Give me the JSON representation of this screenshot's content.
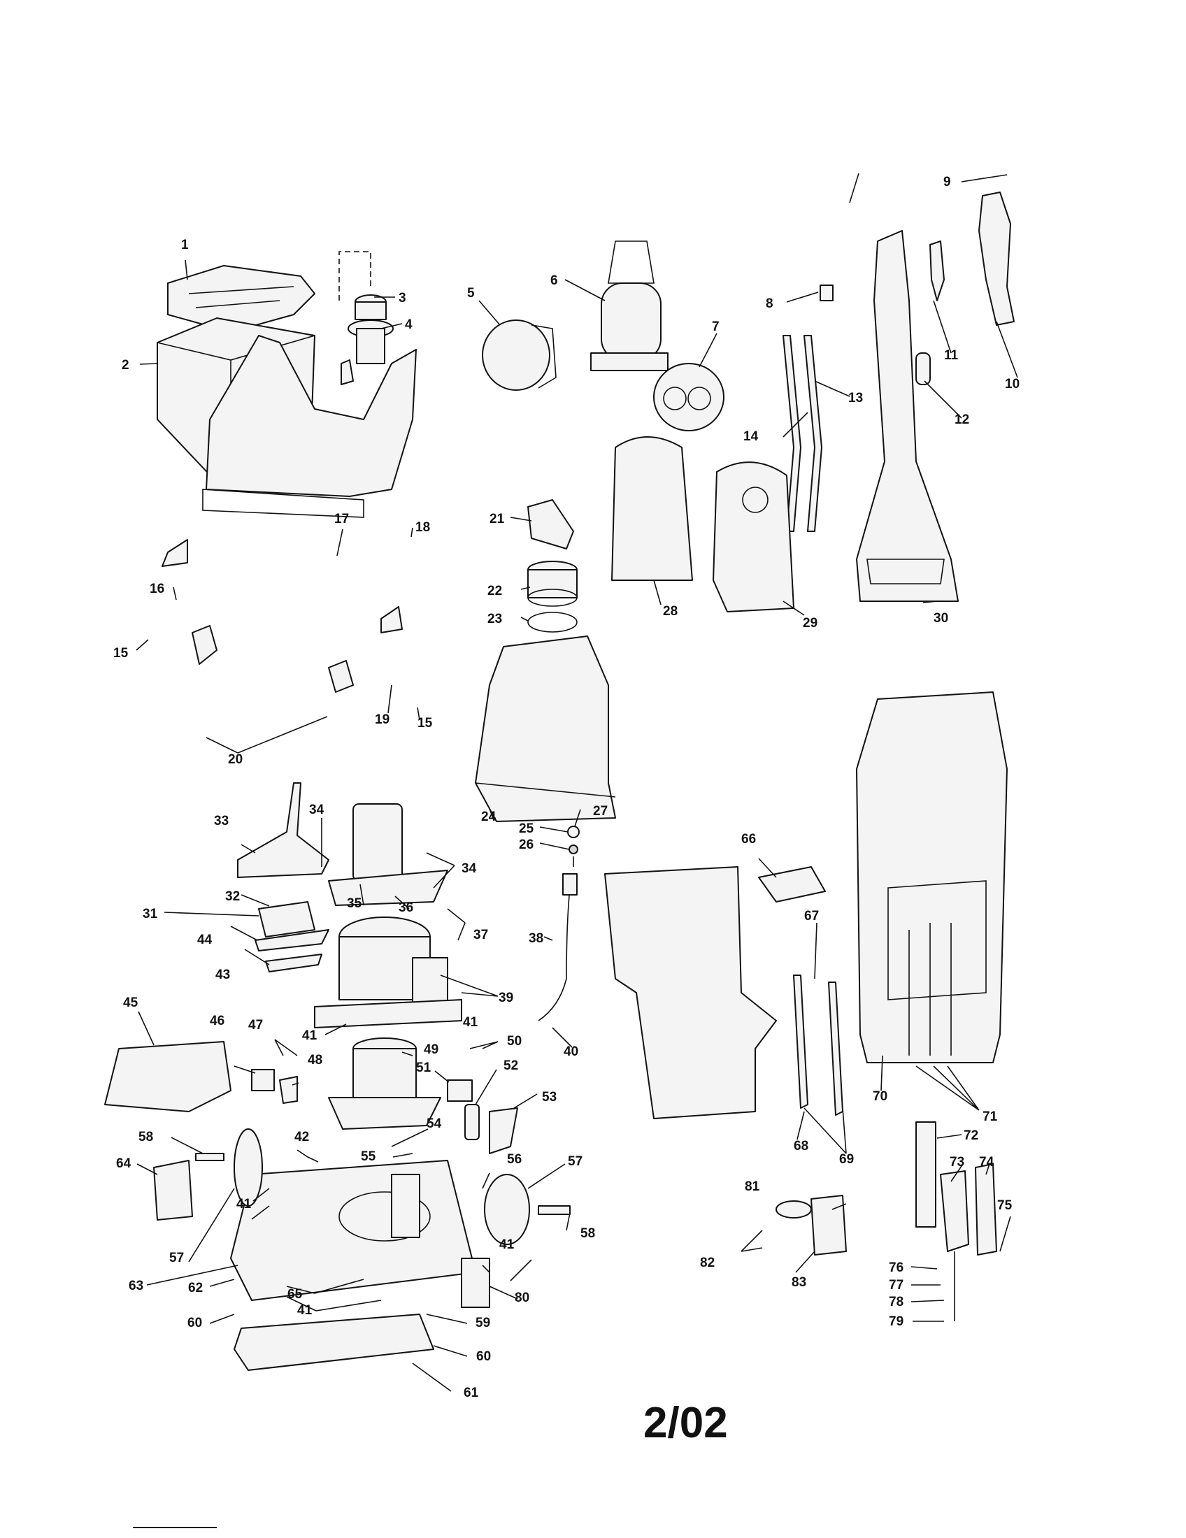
{
  "page_number": "2/02",
  "callouts": [
    {
      "id": "1",
      "text": "1"
    },
    {
      "id": "2",
      "text": "2"
    },
    {
      "id": "3",
      "text": "3"
    },
    {
      "id": "4",
      "text": "4"
    },
    {
      "id": "5",
      "text": "5"
    },
    {
      "id": "6",
      "text": "6"
    },
    {
      "id": "7",
      "text": "7"
    },
    {
      "id": "8",
      "text": "8"
    },
    {
      "id": "9",
      "text": "9"
    },
    {
      "id": "10",
      "text": "10"
    },
    {
      "id": "11",
      "text": "11"
    },
    {
      "id": "12",
      "text": "12"
    },
    {
      "id": "13",
      "text": "13"
    },
    {
      "id": "14",
      "text": "14"
    },
    {
      "id": "15a",
      "text": "15"
    },
    {
      "id": "15b",
      "text": "15"
    },
    {
      "id": "16",
      "text": "16"
    },
    {
      "id": "17",
      "text": "17"
    },
    {
      "id": "18",
      "text": "18"
    },
    {
      "id": "19",
      "text": "19"
    },
    {
      "id": "20",
      "text": "20"
    },
    {
      "id": "21",
      "text": "21"
    },
    {
      "id": "22",
      "text": "22"
    },
    {
      "id": "23",
      "text": "23"
    },
    {
      "id": "24",
      "text": "24"
    },
    {
      "id": "25",
      "text": "25"
    },
    {
      "id": "26",
      "text": "26"
    },
    {
      "id": "27",
      "text": "27"
    },
    {
      "id": "28",
      "text": "28"
    },
    {
      "id": "29",
      "text": "29"
    },
    {
      "id": "30",
      "text": "30"
    },
    {
      "id": "31",
      "text": "31"
    },
    {
      "id": "32",
      "text": "32"
    },
    {
      "id": "33",
      "text": "33"
    },
    {
      "id": "34a",
      "text": "34"
    },
    {
      "id": "34b",
      "text": "34"
    },
    {
      "id": "35",
      "text": "35"
    },
    {
      "id": "36",
      "text": "36"
    },
    {
      "id": "37",
      "text": "37"
    },
    {
      "id": "38",
      "text": "38"
    },
    {
      "id": "39",
      "text": "39"
    },
    {
      "id": "40",
      "text": "40"
    },
    {
      "id": "41a",
      "text": "41"
    },
    {
      "id": "41b",
      "text": "41"
    },
    {
      "id": "41c",
      "text": "41"
    },
    {
      "id": "41d",
      "text": "41"
    },
    {
      "id": "41e",
      "text": "41"
    },
    {
      "id": "42",
      "text": "42"
    },
    {
      "id": "43",
      "text": "43"
    },
    {
      "id": "44",
      "text": "44"
    },
    {
      "id": "45",
      "text": "45"
    },
    {
      "id": "46",
      "text": "46"
    },
    {
      "id": "47",
      "text": "47"
    },
    {
      "id": "48",
      "text": "48"
    },
    {
      "id": "49",
      "text": "49"
    },
    {
      "id": "50",
      "text": "50"
    },
    {
      "id": "51",
      "text": "51"
    },
    {
      "id": "52",
      "text": "52"
    },
    {
      "id": "53",
      "text": "53"
    },
    {
      "id": "54",
      "text": "54"
    },
    {
      "id": "55",
      "text": "55"
    },
    {
      "id": "56",
      "text": "56"
    },
    {
      "id": "57a",
      "text": "57"
    },
    {
      "id": "57b",
      "text": "57"
    },
    {
      "id": "58a",
      "text": "58"
    },
    {
      "id": "58b",
      "text": "58"
    },
    {
      "id": "59",
      "text": "59"
    },
    {
      "id": "60a",
      "text": "60"
    },
    {
      "id": "60b",
      "text": "60"
    },
    {
      "id": "61",
      "text": "61"
    },
    {
      "id": "62",
      "text": "62"
    },
    {
      "id": "63",
      "text": "63"
    },
    {
      "id": "64",
      "text": "64"
    },
    {
      "id": "65",
      "text": "65"
    },
    {
      "id": "66",
      "text": "66"
    },
    {
      "id": "67",
      "text": "67"
    },
    {
      "id": "68",
      "text": "68"
    },
    {
      "id": "69",
      "text": "69"
    },
    {
      "id": "70",
      "text": "70"
    },
    {
      "id": "71",
      "text": "71"
    },
    {
      "id": "72",
      "text": "72"
    },
    {
      "id": "73",
      "text": "73"
    },
    {
      "id": "74",
      "text": "74"
    },
    {
      "id": "75",
      "text": "75"
    },
    {
      "id": "76",
      "text": "76"
    },
    {
      "id": "77",
      "text": "77"
    },
    {
      "id": "78",
      "text": "78"
    },
    {
      "id": "79",
      "text": "79"
    },
    {
      "id": "80",
      "text": "80"
    },
    {
      "id": "81",
      "text": "81"
    },
    {
      "id": "82",
      "text": "82"
    },
    {
      "id": "83",
      "text": "83"
    }
  ]
}
